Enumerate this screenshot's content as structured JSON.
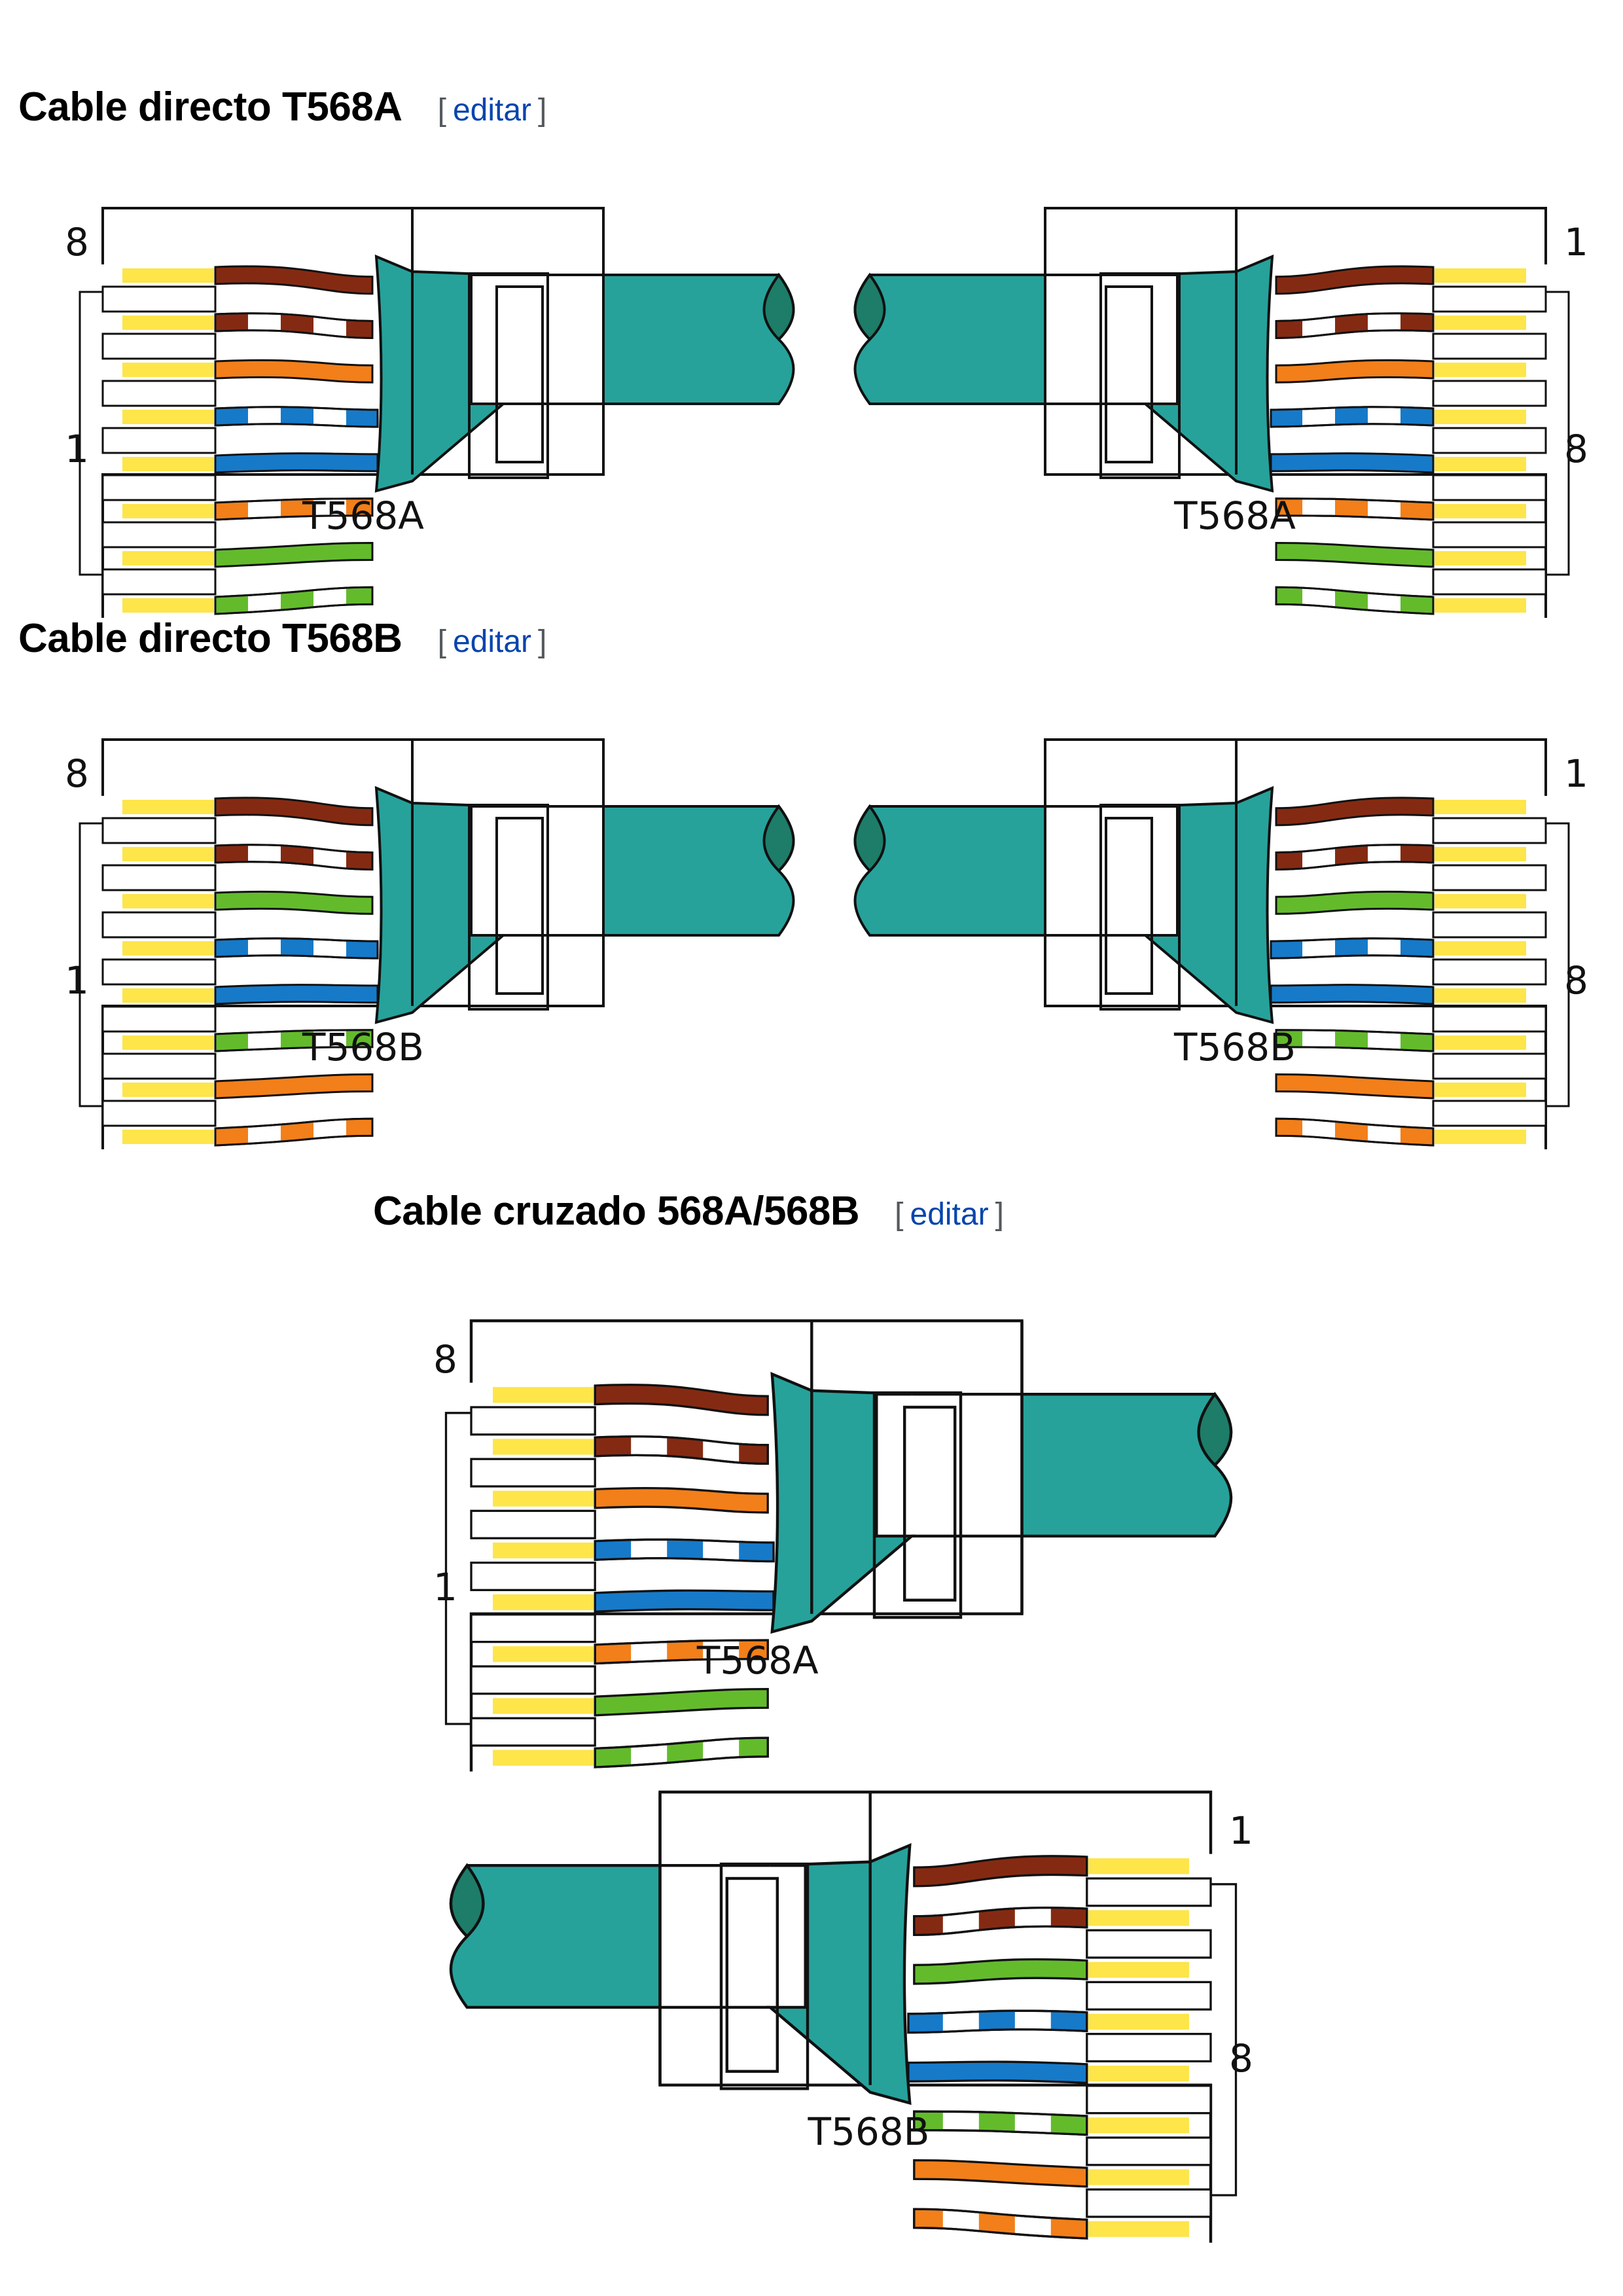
{
  "colors": {
    "jacket": "#26a29b",
    "jacket_dark": "#1d7d69",
    "contact": "#fde54a",
    "brown": "#852a12",
    "orange": "#f27f19",
    "green": "#63bb2c",
    "blue": "#167ac9",
    "stripe_white": "#ffffff",
    "outline": "#111111",
    "link": "#0645ad"
  },
  "wiring_standards": {
    "T568A": [
      "white-green",
      "green",
      "white-orange",
      "blue",
      "white-blue",
      "orange",
      "white-brown",
      "brown"
    ],
    "T568B": [
      "white-orange",
      "orange",
      "white-green",
      "blue",
      "white-blue",
      "green",
      "white-brown",
      "brown"
    ]
  },
  "sections": [
    {
      "id": "straight-a",
      "title": "Cable directo T568A",
      "edit_open": "[",
      "edit_label": "editar",
      "edit_close": "]",
      "connectors": [
        {
          "standard": "T568A",
          "label": "T568A",
          "facing": "left",
          "pin_top": "8",
          "pin_bottom": "1"
        },
        {
          "standard": "T568A",
          "label": "T568A",
          "facing": "right",
          "pin_top": "1",
          "pin_bottom": "8"
        }
      ]
    },
    {
      "id": "straight-b",
      "title": "Cable directo T568B",
      "edit_open": "[",
      "edit_label": "editar",
      "edit_close": "]",
      "connectors": [
        {
          "standard": "T568B",
          "label": "T568B",
          "facing": "left",
          "pin_top": "8",
          "pin_bottom": "1"
        },
        {
          "standard": "T568B",
          "label": "T568B",
          "facing": "right",
          "pin_top": "1",
          "pin_bottom": "8"
        }
      ]
    },
    {
      "id": "crossover",
      "title": "Cable cruzado 568A/568B",
      "edit_open": "[",
      "edit_label": "editar",
      "edit_close": "]",
      "connectors": [
        {
          "standard": "T568A",
          "label": "T568A",
          "facing": "left",
          "pin_top": "8",
          "pin_bottom": "1"
        },
        {
          "standard": "T568B",
          "label": "T568B",
          "facing": "right",
          "pin_top": "1",
          "pin_bottom": "8"
        }
      ]
    }
  ]
}
